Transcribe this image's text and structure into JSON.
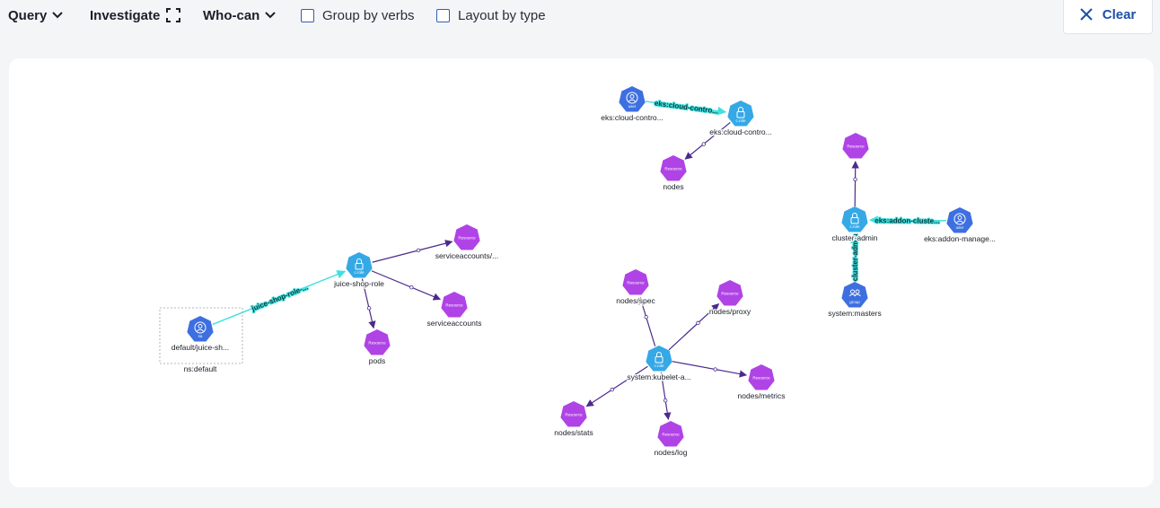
{
  "toolbar": {
    "query_label": "Query",
    "investigate_label": "Investigate",
    "whocan_label": "Who-can",
    "group_by_verbs_label": "Group by verbs",
    "layout_by_type_label": "Layout by type",
    "clear_label": "Clear"
  },
  "colors": {
    "user": "#3d6fe0",
    "role": "#35a8e6",
    "resource": "#b043e6",
    "edge": "#4c2a8c",
    "binding_edge": "#3fe0e0"
  },
  "graph": {
    "type_badges": {
      "user": "user",
      "role": "c.role",
      "resource": "Resource",
      "group": "group",
      "sa": "sa"
    },
    "nodes": [
      {
        "id": "default-juice-sh",
        "label": "default/juice-sh...",
        "type": "sa"
      },
      {
        "id": "juice-shop-role",
        "label": "juice-shop-role",
        "type": "role"
      },
      {
        "id": "serviceaccounts-slash",
        "label": "serviceaccounts/...",
        "type": "resource"
      },
      {
        "id": "serviceaccounts",
        "label": "serviceaccounts",
        "type": "resource"
      },
      {
        "id": "pods",
        "label": "pods",
        "type": "resource"
      },
      {
        "id": "eks-cc-user",
        "label": "eks:cloud-contro...",
        "type": "user"
      },
      {
        "id": "eks-cc-role",
        "label": "eks:cloud-contro...",
        "type": "role"
      },
      {
        "id": "nodes",
        "label": "nodes",
        "type": "resource"
      },
      {
        "id": "nodes-spec",
        "label": "nodes/spec",
        "type": "resource"
      },
      {
        "id": "nodes-proxy",
        "label": "nodes/proxy",
        "type": "resource"
      },
      {
        "id": "system-kubelet",
        "label": "system:kubelet-a...",
        "type": "role"
      },
      {
        "id": "nodes-metrics",
        "label": "nodes/metrics",
        "type": "resource"
      },
      {
        "id": "nodes-stats",
        "label": "nodes/stats",
        "type": "resource"
      },
      {
        "id": "nodes-log",
        "label": "nodes/log",
        "type": "resource"
      },
      {
        "id": "top-resource",
        "label": "",
        "type": "resource"
      },
      {
        "id": "cluster-admin",
        "label": "cluster-admin",
        "type": "role"
      },
      {
        "id": "eks-addon-manage",
        "label": "eks:addon-manage...",
        "type": "user"
      },
      {
        "id": "system-masters",
        "label": "system:masters",
        "type": "group"
      }
    ],
    "edges": [
      {
        "from": "default-juice-sh",
        "to": "juice-shop-role",
        "label": "juice-shop-role-...",
        "kind": "binding"
      },
      {
        "from": "juice-shop-role",
        "to": "serviceaccounts-slash",
        "label": "",
        "kind": "permission"
      },
      {
        "from": "juice-shop-role",
        "to": "serviceaccounts",
        "label": "",
        "kind": "permission"
      },
      {
        "from": "juice-shop-role",
        "to": "pods",
        "label": "",
        "kind": "permission"
      },
      {
        "from": "eks-cc-user",
        "to": "eks-cc-role",
        "label": "eks:cloud-contro...",
        "kind": "binding"
      },
      {
        "from": "eks-cc-role",
        "to": "nodes",
        "label": "",
        "kind": "permission"
      },
      {
        "from": "system-kubelet",
        "to": "nodes-spec",
        "label": "",
        "kind": "permission"
      },
      {
        "from": "system-kubelet",
        "to": "nodes-proxy",
        "label": "",
        "kind": "permission"
      },
      {
        "from": "system-kubelet",
        "to": "nodes-metrics",
        "label": "",
        "kind": "permission"
      },
      {
        "from": "system-kubelet",
        "to": "nodes-stats",
        "label": "",
        "kind": "permission"
      },
      {
        "from": "system-kubelet",
        "to": "nodes-log",
        "label": "",
        "kind": "permission"
      },
      {
        "from": "cluster-admin",
        "to": "top-resource",
        "label": "",
        "kind": "permission"
      },
      {
        "from": "eks-addon-manage",
        "to": "cluster-admin",
        "label": "eks:addon-cluste...",
        "kind": "binding"
      },
      {
        "from": "system-masters",
        "to": "cluster-admin",
        "label": "cluster-admin",
        "kind": "binding"
      }
    ],
    "namespace_label": "ns:default"
  }
}
